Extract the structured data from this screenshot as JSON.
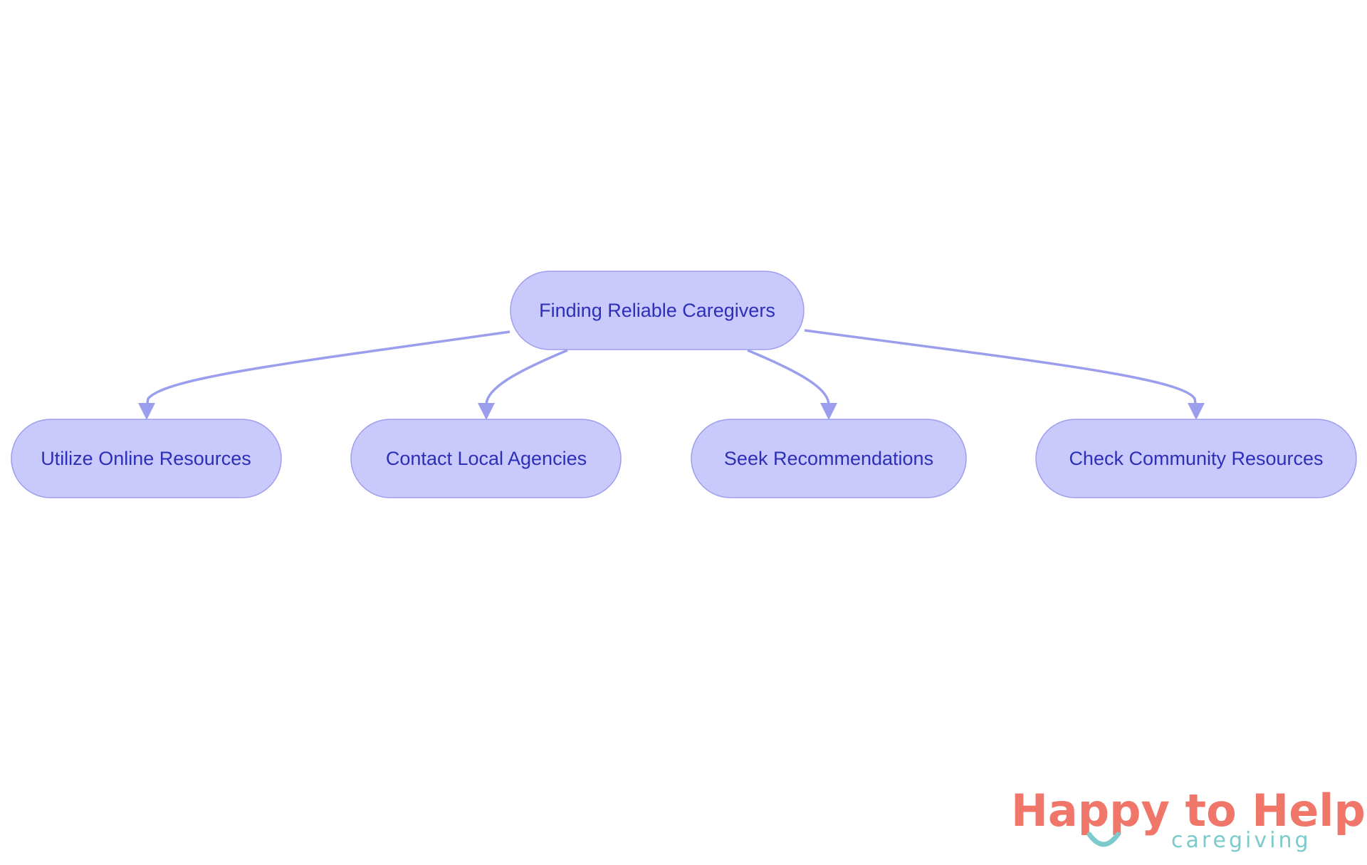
{
  "diagram": {
    "root": {
      "label": "Finding Reliable Caregivers"
    },
    "children": [
      {
        "label": "Utilize Online Resources"
      },
      {
        "label": "Contact Local Agencies"
      },
      {
        "label": "Seek Recommendations"
      },
      {
        "label": "Check Community Resources"
      }
    ],
    "colors": {
      "node_fill": "#c9c9fb",
      "node_stroke": "#9d9def",
      "edge": "#9b9eec",
      "text": "#2c2fb8"
    }
  },
  "logo": {
    "brand": "Happy to Help",
    "sub": "caregiving",
    "colors": {
      "coral": "#f07669",
      "teal": "#7ccacb"
    }
  }
}
